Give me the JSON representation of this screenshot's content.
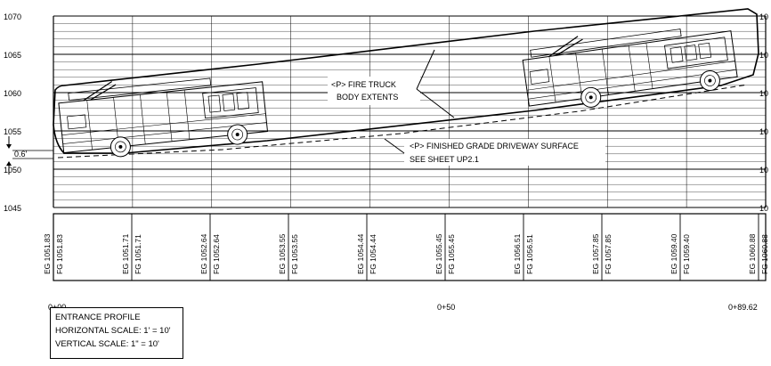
{
  "elevations": {
    "y_axis_left": [
      "1070",
      "1065",
      "1060",
      "1055",
      "1050",
      "1045"
    ],
    "y_axis_right": [
      "10",
      "10",
      "10",
      "10",
      "10",
      "10"
    ]
  },
  "clearance_label": "0.6'",
  "callouts": {
    "fire_truck": [
      "<P> FIRE TRUCK",
      "BODY EXTENTS"
    ],
    "finished_grade": [
      "<P> FINISHED GRADE DRIVEWAY SURFACE",
      "SEE SHEET UP2.1"
    ]
  },
  "grade_values": [
    {
      "eg": "EG 1051.83",
      "fg": "FG 1051.83"
    },
    {
      "eg": "EG 1051.71",
      "fg": "FG 1051.71"
    },
    {
      "eg": "EG 1052.64",
      "fg": "FG 1052.64"
    },
    {
      "eg": "EG 1053.55",
      "fg": "FG 1053.55"
    },
    {
      "eg": "EG 1054.44",
      "fg": "FG 1054.44"
    },
    {
      "eg": "EG 1055.45",
      "fg": "FG 1055.45"
    },
    {
      "eg": "EG 1056.51",
      "fg": "FG 1056.51"
    },
    {
      "eg": "EG 1057.85",
      "fg": "FG 1057.85"
    },
    {
      "eg": "EG 1059.40",
      "fg": "FG 1059.40"
    },
    {
      "eg": "EG 1060.88",
      "fg": "FG 1060.88"
    }
  ],
  "stations": {
    "start": "0+00",
    "mid": "0+50",
    "end": "0+89.62"
  },
  "title_block": {
    "title": "ENTRANCE PROFILE",
    "horizontal_scale": "HORIZONTAL SCALE: 1' = 10'",
    "vertical_scale": "VERTICAL SCALE: 1\" = 10'"
  }
}
